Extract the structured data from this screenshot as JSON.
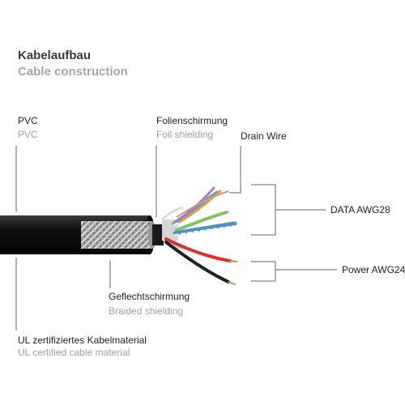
{
  "heading": {
    "title": "Kabelaufbau",
    "subtitle": "Cable construction"
  },
  "labels": {
    "pvc": {
      "de": "PVC",
      "en": "PVC"
    },
    "foil": {
      "de": "Folienschirmung",
      "en": "Foil shielding"
    },
    "drain": {
      "text": "Drain Wire"
    },
    "data": {
      "text": "DATA AWG28"
    },
    "power": {
      "text": "Power AWG24"
    },
    "braid": {
      "de": "Geflechtschirmung",
      "en": "Braided shielding"
    },
    "ul": {
      "de": "UL zertifiziertes Kabelmaterial",
      "en": "UL certified cable material"
    }
  },
  "colors": {
    "jacket": "#1b1b1b",
    "braid": "#b8b8b8",
    "foil": "#cfcfcf",
    "pair_blue": "#5aa0c8",
    "pair_green": "#7ac46a",
    "pair_orange": "#e89a3c",
    "pair_purple": "#b07ac8",
    "power_red": "#e0302a",
    "power_black": "#222222",
    "leader_line": "#666666"
  }
}
